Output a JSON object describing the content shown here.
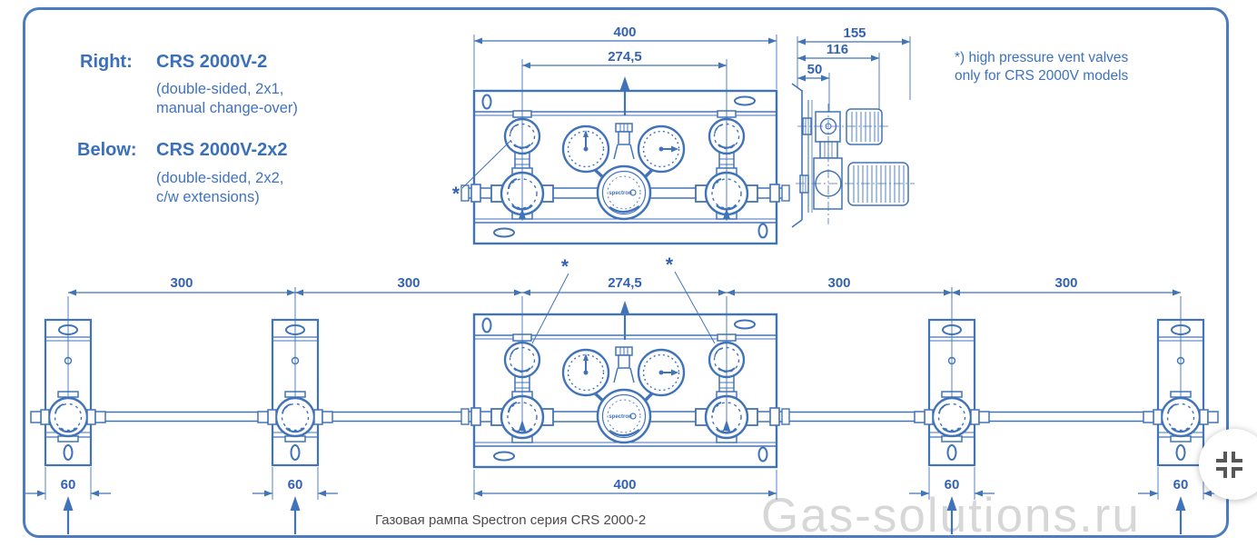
{
  "colors": {
    "drawing_blue": "#4173b9",
    "dim_text_blue": "#3462b2",
    "heading_blue": "#3a6fba",
    "border_blue": "#4b7cc0",
    "caption_gray": "#4b4b4b",
    "watermark_gray": "#d7d7d7"
  },
  "legend": {
    "right_label": "Right:",
    "right_model": "CRS 2000V-2",
    "right_desc": [
      "(double-sided, 2x1,",
      "manual change-over)"
    ],
    "below_label": "Below:",
    "below_model": "CRS 2000V-2x2",
    "below_desc": [
      "(double-sided, 2x2,",
      "c/w extensions)"
    ]
  },
  "note": {
    "line1": "*) high pressure vent valves",
    "line2": "only for CRS 2000V models"
  },
  "top_view": {
    "dim_overall_width": "400",
    "dim_valve_centers": "274,5",
    "asterisk": "*"
  },
  "side_view": {
    "dim_depth_overall": "155",
    "dim_depth_mid": "116",
    "dim_depth_inner": "50"
  },
  "bottom_view": {
    "dim_chain": [
      "300",
      "300",
      "274,5",
      "300",
      "300"
    ],
    "dim_overall_width": "400",
    "bracket_widths": [
      "60",
      "60",
      "60",
      "60"
    ],
    "asterisk_left": "*",
    "asterisk_right": "*"
  },
  "regulator_brand": "spectron",
  "caption": "Газовая рампа Spectron серия CRS 2000-2",
  "watermark": "Gas-solutions.ru",
  "controls": {
    "collapse_button_icon": "fullscreen-exit-icon"
  }
}
